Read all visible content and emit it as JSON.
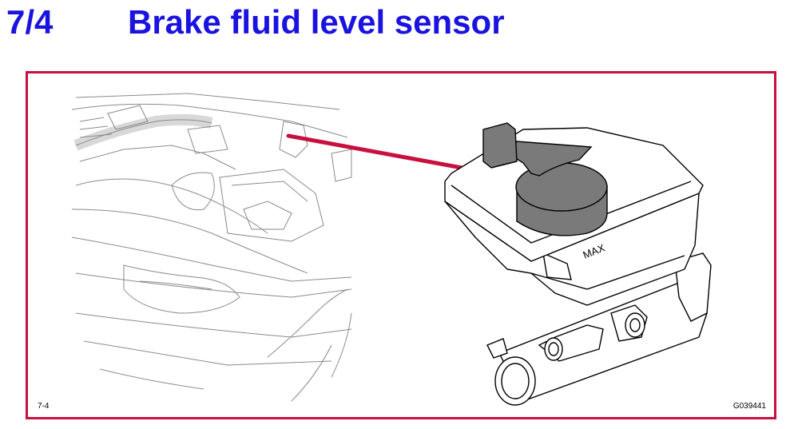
{
  "header": {
    "section_number": "7/4",
    "title": "Brake fluid level sensor"
  },
  "figure": {
    "label_left": "7-4",
    "label_right": "G039441",
    "reservoir_marking": "MAX"
  },
  "colors": {
    "title": "#1a12e0",
    "frame": "#c8103f",
    "pointer_line": "#c8103f",
    "sensor_fill": "#7a7a7a"
  }
}
